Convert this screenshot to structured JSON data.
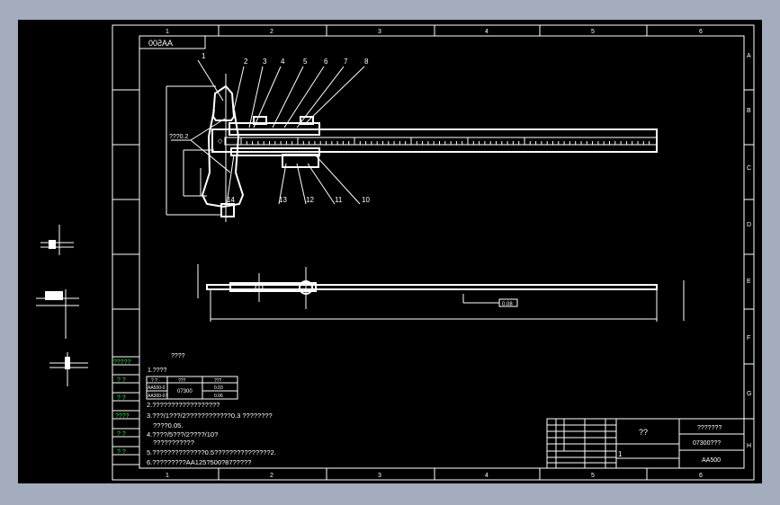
{
  "drawing": {
    "column_labels": [
      "1",
      "2",
      "3",
      "4",
      "5",
      "6"
    ],
    "row_labels": [
      "A",
      "B",
      "C",
      "D",
      "E",
      "F",
      "G",
      "H"
    ],
    "code_box": "AA500",
    "part_labels": [
      "1",
      "2",
      "3",
      "4",
      "5",
      "6",
      "7",
      "8",
      "10",
      "11",
      "12",
      "13",
      "14"
    ],
    "dim_label": "???0.2",
    "flatness_symbol": "0.08",
    "left_strip_labels": [
      "?????",
      "?  ?",
      "?  ?",
      "????",
      "?  ?",
      "?  ?"
    ],
    "notes": {
      "title": "????",
      "item1": "1.????",
      "table_headers": [
        "? ?",
        "???",
        "???"
      ],
      "table_rows": [
        [
          "AA500-0",
          "07300",
          "0.03"
        ],
        [
          "AA300-07",
          "",
          "0.06"
        ]
      ],
      "item2": "2.??????????????????",
      "item3": "3.???/1???/2????????????0.3  ????????",
      "item3b": "????0.05.",
      "item4": "4.????/5???/2????/10?",
      "item4b": "???????????",
      "item5": "5.??????????????0.5???????????????2.",
      "item6": "6.?????????AA125?500?87?????"
    },
    "title_block": {
      "name": "??",
      "top_right": "???????",
      "drawing_no": "07300???",
      "code": "AA500",
      "sheet": "1"
    }
  }
}
